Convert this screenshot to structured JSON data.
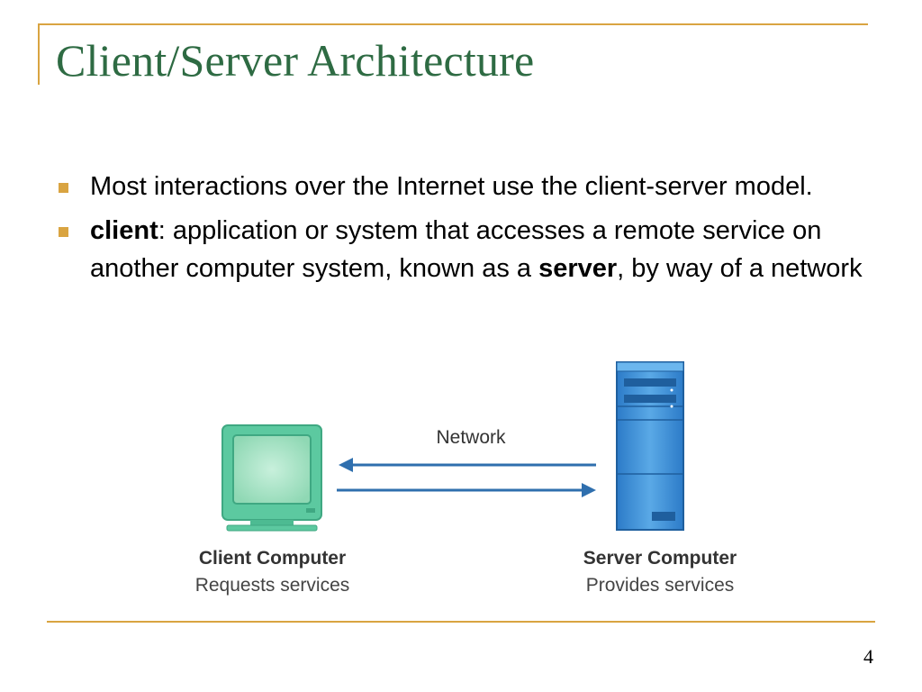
{
  "slide": {
    "title": "Client/Server Architecture",
    "page_number": "4"
  },
  "bullets": [
    {
      "text": "Most interactions over the Internet use the client-server model."
    },
    {
      "term": "client",
      "text_1": ": application or system that accesses a remote service on another computer system, known as a ",
      "term_2": "server",
      "text_2": ", by way of a network"
    }
  ],
  "diagram": {
    "network_label": "Network",
    "client": {
      "name": "Client Computer",
      "description": "Requests services"
    },
    "server": {
      "name": "Server Computer",
      "description": "Provides services"
    },
    "colors": {
      "client_monitor": "#5cc9a0",
      "client_screen": "#9fdfc2",
      "server_tower": "#3d8fd4",
      "arrow": "#2f6fae"
    }
  },
  "theme": {
    "accent": "#d9a441",
    "title_color": "#2e6b43"
  }
}
